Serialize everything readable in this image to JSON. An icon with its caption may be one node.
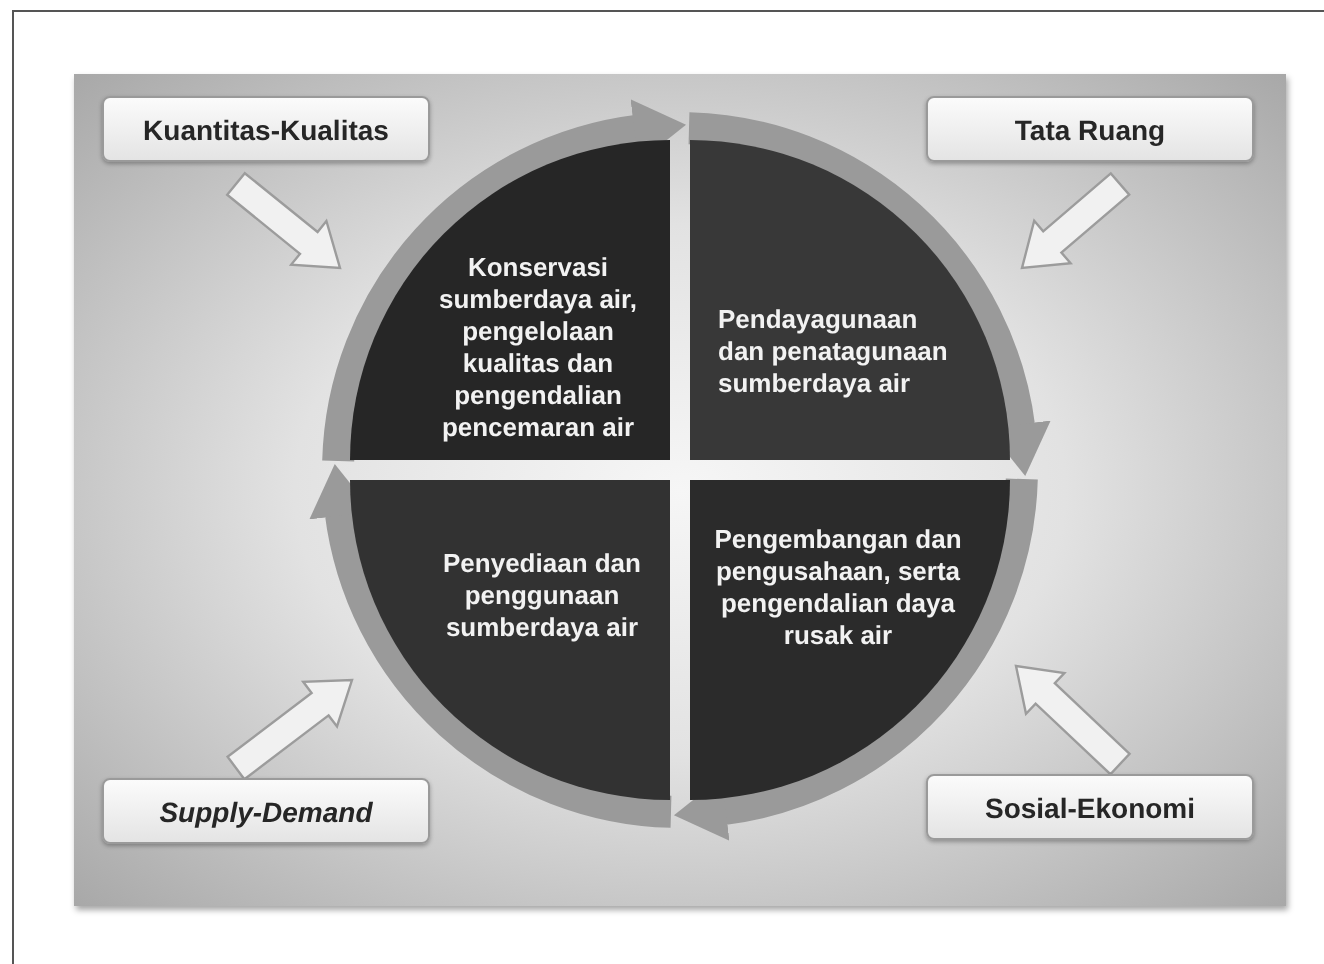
{
  "diagram": {
    "nodes": [
      {
        "text": [
          "Kuantitas-Kualitas"
        ]
      },
      {
        "text": [
          "Tata Ruang"
        ]
      },
      {
        "text": [
          "Supply-Demand"
        ]
      },
      {
        "text": [
          "Sosial-Ekonomi"
        ]
      },
      {
        "text": [
          "Konservasi sumberdaya air, pengelolaan kualitas dan pengendalian pencemaran air"
        ]
      },
      {
        "text": [
          "Pendayagunaan dan penatagunaan sumberdaya air"
        ]
      },
      {
        "text": [
          "Penyediaan dan penggunaan sumberdaya air"
        ]
      },
      {
        "text": [
          "Pengembangan dan pengusahaan, serta pengendalian daya rusak air"
        ]
      }
    ],
    "edges": [
      {
        "from": 0,
        "to": 4,
        "arrow": "to"
      },
      {
        "from": 1,
        "to": 5,
        "arrow": "to"
      },
      {
        "from": 2,
        "to": 6,
        "arrow": "to"
      },
      {
        "from": 3,
        "to": 7,
        "arrow": "to"
      },
      {
        "from": 4,
        "to": 5,
        "arrow": "to"
      },
      {
        "from": 5,
        "to": 7,
        "arrow": "to"
      },
      {
        "from": 7,
        "to": 6,
        "arrow": "to"
      },
      {
        "from": 6,
        "to": 4,
        "arrow": "to"
      }
    ]
  }
}
